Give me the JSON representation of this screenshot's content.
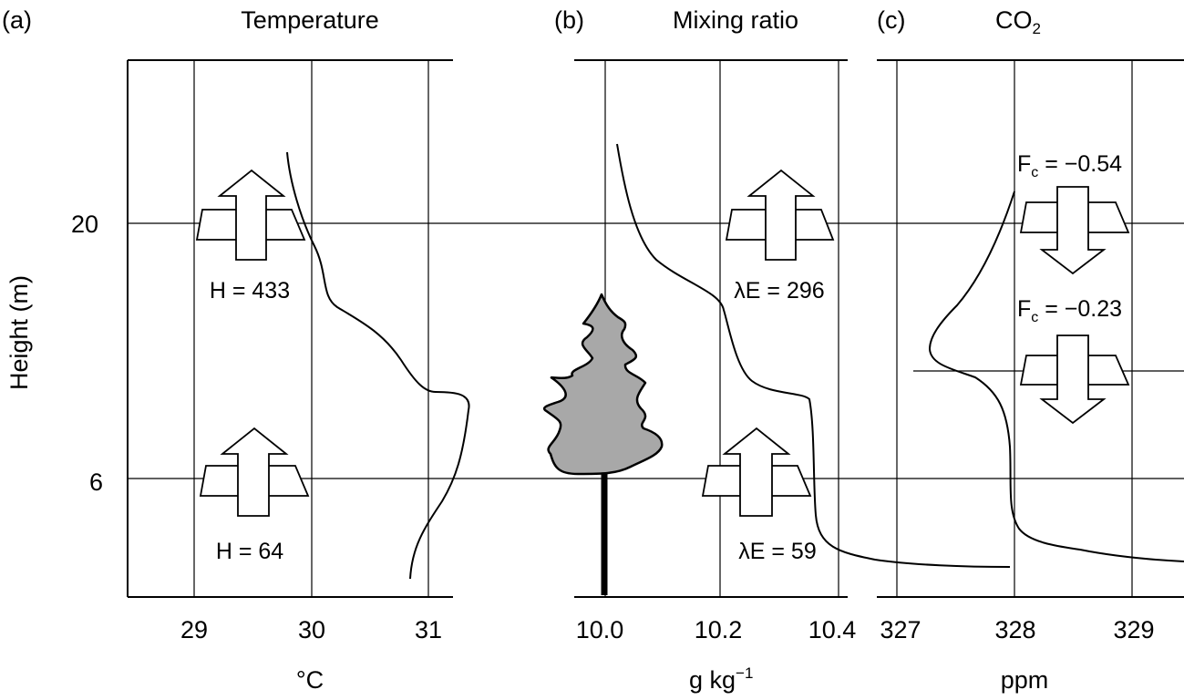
{
  "panels": [
    {
      "letter": "(a)",
      "title": "Temperature",
      "unit": "°C",
      "ticks": [
        "29",
        "30",
        "31"
      ],
      "fluxes": [
        {
          "label": "H = 433",
          "value": 433,
          "direction": "up"
        },
        {
          "label": "H = 64",
          "value": 64,
          "direction": "up"
        }
      ]
    },
    {
      "letter": "(b)",
      "title": "Mixing ratio",
      "unit": "g kg",
      "unit_sup": "−1",
      "ticks": [
        "10.0",
        "10.2",
        "10.4"
      ],
      "fluxes": [
        {
          "label": "λE = 296",
          "value": 296,
          "direction": "up"
        },
        {
          "label": "λE = 59",
          "value": 59,
          "direction": "up"
        }
      ]
    },
    {
      "letter": "(c)",
      "title": "CO",
      "title_sub": "2",
      "unit": "ppm",
      "ticks": [
        "327",
        "328",
        "329"
      ],
      "fluxes": [
        {
          "sym": "F",
          "sub": "c",
          "rest": " = −0.54",
          "value": -0.54,
          "direction": "down"
        },
        {
          "sym": "F",
          "sub": "c",
          "rest": " = −0.23",
          "value": -0.23,
          "direction": "down"
        }
      ]
    }
  ],
  "y_axis": {
    "label": "Height (m)",
    "ticks": [
      "20",
      "6"
    ]
  },
  "icons": {
    "tree": "conifer-tree-icon",
    "arrow_up": "up-arrow-icon",
    "arrow_down": "down-arrow-icon"
  },
  "colors": {
    "tree_fill": "#a8a8a8",
    "line": "#000000"
  }
}
